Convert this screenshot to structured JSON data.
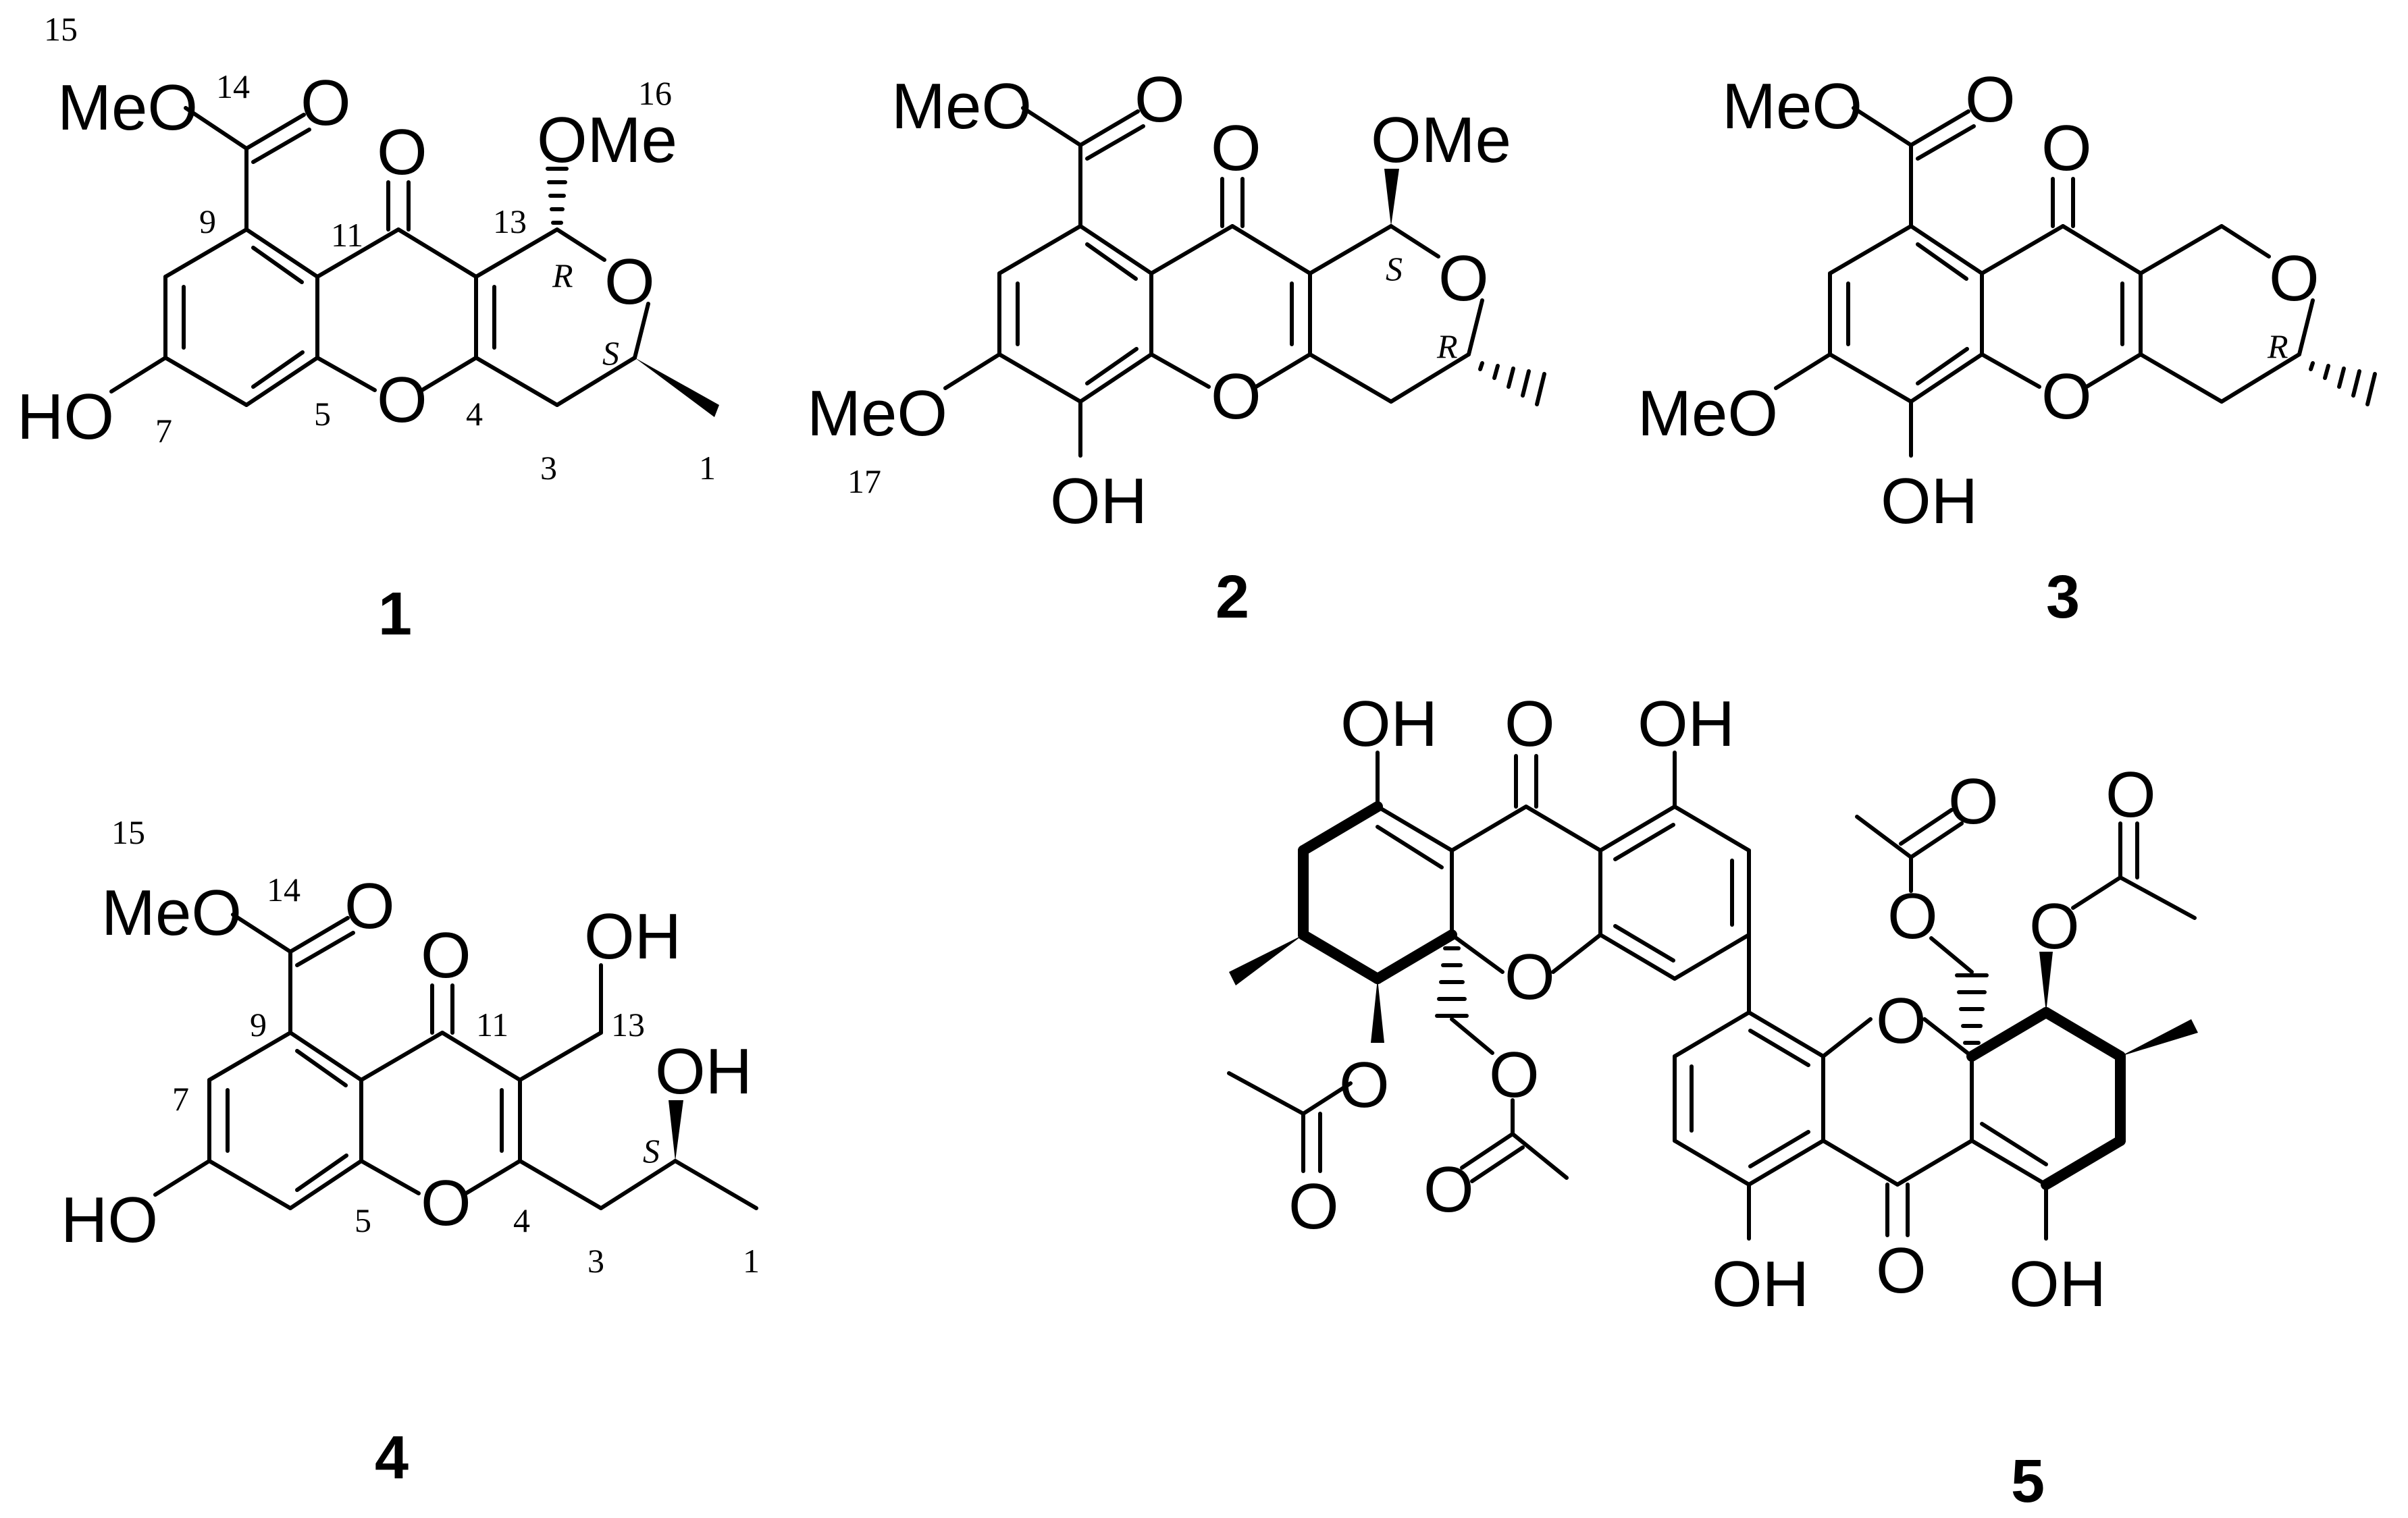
{
  "compounds": [
    {
      "id": "1",
      "atoms": {
        "ester_ome": "MeO",
        "ester_o": "O",
        "ketone_o": "O",
        "ome": "OMe",
        "ring_o": "O",
        "pyran_o": "O",
        "ho": "HO"
      },
      "numbers": {
        "n15": "15",
        "n14": "14",
        "n16": "16",
        "n9": "9",
        "n11": "11",
        "n13": "13",
        "n7": "7",
        "n5": "5",
        "n4": "4",
        "n3": "3",
        "n1": "1"
      },
      "configs": {
        "c13": "R",
        "c2": "S"
      }
    },
    {
      "id": "2",
      "atoms": {
        "ester_ome": "MeO",
        "ester_o": "O",
        "ketone_o": "O",
        "ome": "OMe",
        "pyran_o": "O",
        "ring_o": "O",
        "meo": "MeO",
        "oh": "OH"
      },
      "numbers": {
        "n17": "17"
      },
      "configs": {
        "c13": "S",
        "c2": "R"
      }
    },
    {
      "id": "3",
      "atoms": {
        "ester_ome": "MeO",
        "ester_o": "O",
        "ketone_o": "O",
        "pyran_o": "O",
        "ring_o": "O",
        "meo": "MeO",
        "oh": "OH"
      },
      "configs": {
        "c2": "R"
      }
    },
    {
      "id": "4",
      "atoms": {
        "ester_ome": "MeO",
        "ester_o": "O",
        "ketone_o": "O",
        "oh13": "OH",
        "oh2": "OH",
        "ring_o": "O",
        "ho": "HO"
      },
      "numbers": {
        "n15": "15",
        "n14": "14",
        "n9": "9",
        "n11": "11",
        "n13": "13",
        "n7": "7",
        "n5": "5",
        "n4": "4",
        "n3": "3",
        "n1": "1"
      },
      "configs": {
        "c2": "S"
      }
    },
    {
      "id": "5",
      "atoms": {
        "a_oh1": "OH",
        "a_keto": "O",
        "a_oh8": "OH",
        "a_ring_o": "O",
        "a_oac4_o": "O",
        "a_oac4_co": "O",
        "a_ch2oac_o": "O",
        "a_ch2oac_co": "O",
        "b_ch2oac_co": "O",
        "b_ch2oac_o": "O",
        "b_oac4_co": "O",
        "b_oac4_o": "O",
        "b_ring_o": "O",
        "b_oh8": "OH",
        "b_keto": "O",
        "b_oh1": "OH"
      }
    }
  ]
}
